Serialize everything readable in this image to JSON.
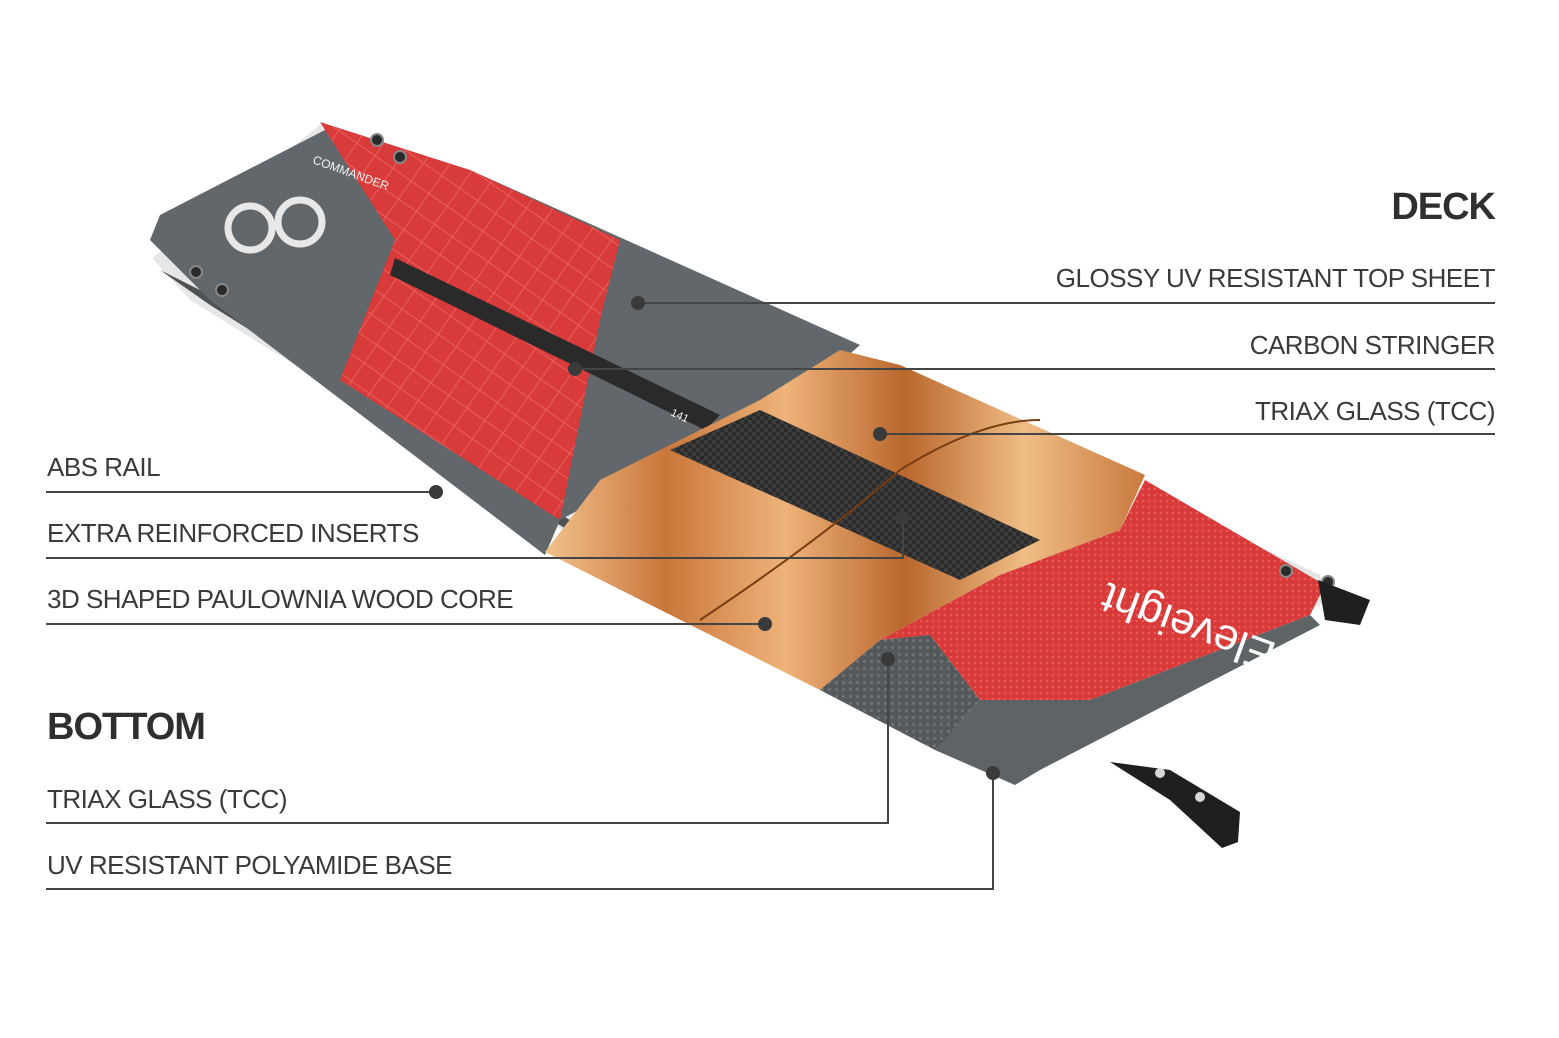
{
  "headings": {
    "deck": "DECK",
    "bottom": "BOTTOM"
  },
  "deck_layers": [
    "GLOSSY UV RESISTANT TOP SHEET",
    "CARBON STRINGER",
    "TRIAX GLASS (TCC)"
  ],
  "left_layers": [
    "ABS RAIL",
    "EXTRA REINFORCED INSERTS",
    "3D SHAPED PAULOWNIA WOOD CORE"
  ],
  "bottom_layers": [
    "TRIAX GLASS (TCC)",
    "UV RESISTANT POLYAMIDE BASE"
  ],
  "board_text": {
    "model": "COMMANDER",
    "brand": "Eleveight",
    "size": "141"
  },
  "colors": {
    "red": "#d93a3a",
    "grey": "#5e6466",
    "wood": "#d98f4a",
    "carbon": "#2b2b2b",
    "leader": "#444444"
  }
}
